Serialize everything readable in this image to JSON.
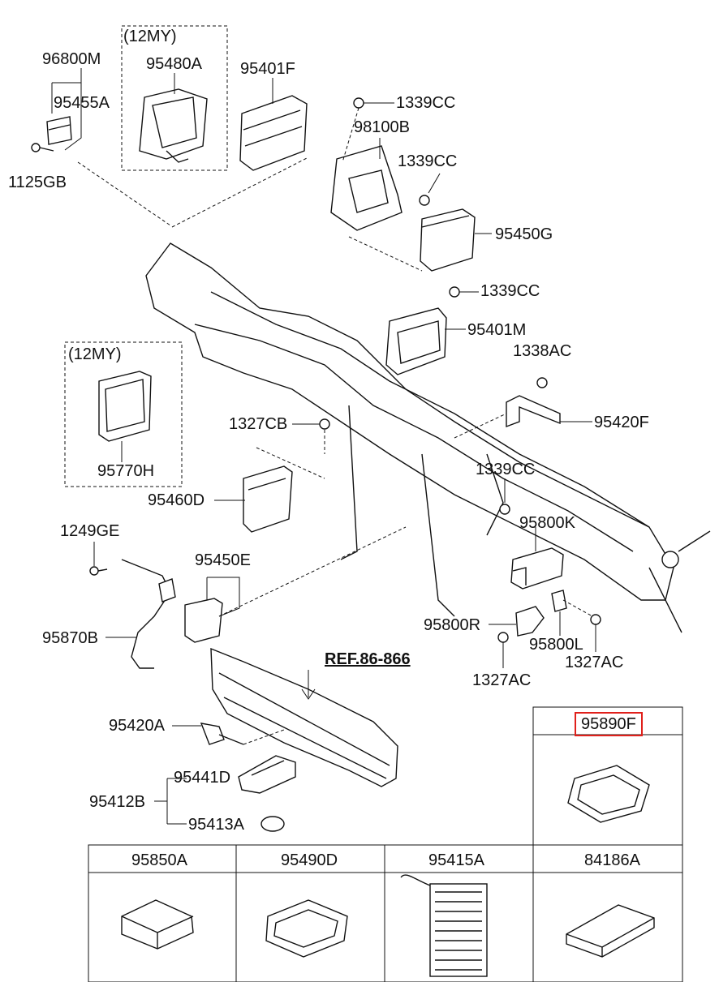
{
  "parts": {
    "p96800M": "96800M",
    "p95455A": "95455A",
    "p1125GB": "1125GB",
    "my12_a": "(12MY)",
    "p95480A": "95480A",
    "p95401F": "95401F",
    "p1339CC_1": "1339CC",
    "p98100B": "98100B",
    "p1339CC_2": "1339CC",
    "p95450G": "95450G",
    "p1339CC_3": "1339CC",
    "p95401M": "95401M",
    "p1338AC": "1338AC",
    "p95420F": "95420F",
    "my12_b": "(12MY)",
    "p95770H": "95770H",
    "p1327CB": "1327CB",
    "p95460D": "95460D",
    "p1339CC_4": "1339CC",
    "p95800K": "95800K",
    "p1249GE": "1249GE",
    "p95450E": "95450E",
    "p95870B": "95870B",
    "p95800R": "95800R",
    "p95800L": "95800L",
    "p1327AC_1": "1327AC",
    "p1327AC_2": "1327AC",
    "ref": "REF.86-866",
    "p95420A": "95420A",
    "p95441D": "95441D",
    "p95412B": "95412B",
    "p95413A": "95413A"
  },
  "table": {
    "highlighted": "95890F",
    "cells": [
      "95850A",
      "95490D",
      "95415A",
      "84186A"
    ]
  },
  "colors": {
    "highlight": "#e0201b",
    "line": "#111111"
  }
}
